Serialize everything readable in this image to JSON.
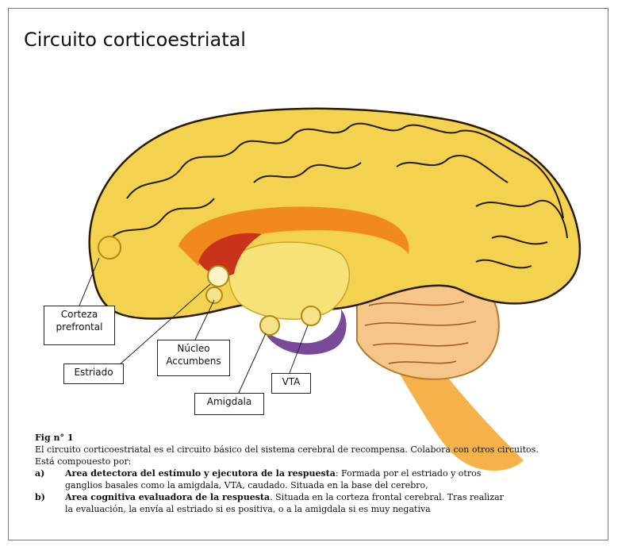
{
  "title": "Circuito corticoestriatal",
  "labels": {
    "corteza": "Corteza\nprefrontal",
    "estriado": "Estriado",
    "nucleo": "Núcleo\nAccumbens",
    "vta": "VTA",
    "amigdala": "Amigdala"
  },
  "caption": {
    "fig": "Fig n° 1",
    "intro": "El circuito corticoestriatal es el circuito básico del sistema cerebral de recompensa. Colabora con otros circuitos.",
    "composed": "Está compouesto por:",
    "a_marker": "a)",
    "a_bold": "Area detectora del estímulo y ejecutora de la respuesta",
    "a_text": ": Formada por el estriado y otros",
    "a_cont": "ganglios basales como la amigdala, VTA,  caudado. Situada en la base  del cerebro,",
    "b_marker": "b)",
    "b_bold": "Area cognitiva evaluadora de la respuesta",
    "b_text": ". Situada en la corteza frontal cerebral. Tras realizar",
    "b_cont": "la evaluación,  la envía al estriado si es positiva,  o a la amigdala si  es muy negativa"
  },
  "colors": {
    "brain_fill": "#f2d24e",
    "brain_outline": "#2a1a00",
    "corpus": "#f08a1c",
    "striatum": "#c9331c",
    "amygdala_ring": "#7a4a9a",
    "cerebellum": "#f6c58a",
    "brainstem": "#f5b24a"
  }
}
